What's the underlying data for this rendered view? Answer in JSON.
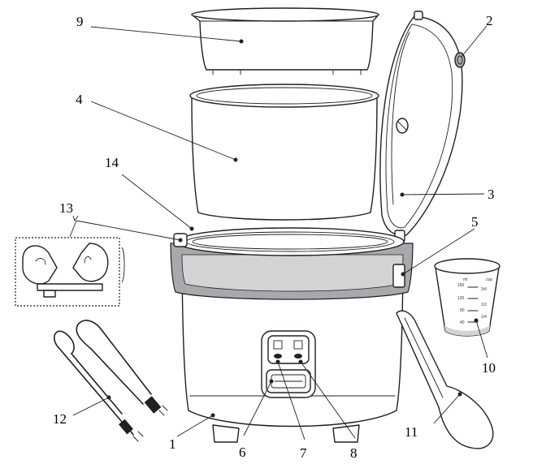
{
  "callouts": {
    "c1": "1",
    "c2": "2",
    "c3": "3",
    "c4": "4",
    "c5": "5",
    "c6": "6",
    "c7": "7",
    "c8": "8",
    "c9": "9",
    "c10": "10",
    "c11": "11",
    "c12": "12",
    "c13": "13",
    "c14": "14"
  },
  "cup_marks": {
    "ml": "ml",
    "cup": "cup",
    "m160": "160",
    "m120": "120",
    "m80": "80",
    "m40": "40",
    "c3_4": "3/4",
    "c1_2": "1/2",
    "c1_4": "1/4"
  },
  "colors": {
    "ink": "#231f20",
    "band_gray": "#a7a9ac",
    "light_gray": "#d1d3d4"
  }
}
